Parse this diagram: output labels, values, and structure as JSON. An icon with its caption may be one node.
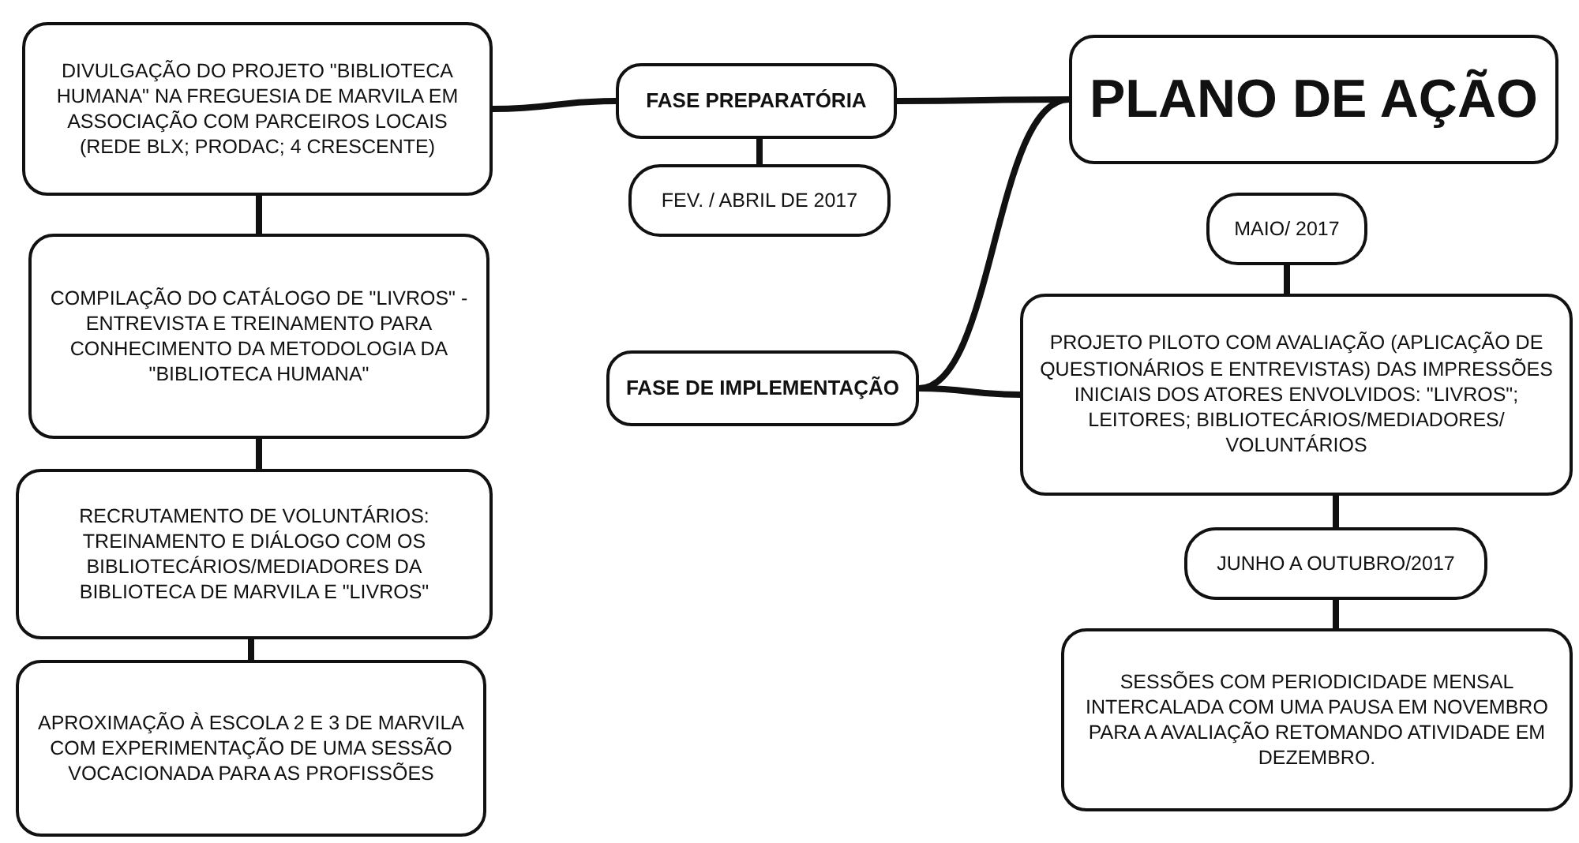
{
  "diagram": {
    "nodes": [
      {
        "text": [
          "PLANO DE AÇÃO"
        ]
      },
      {
        "text": [
          "FASE PREPARATÓRIA"
        ]
      },
      {
        "text": [
          "FEV. / ABRIL DE 2017"
        ]
      },
      {
        "text": [
          "DIVULGAÇÃO DO PROJETO \"BIBLIOTECA HUMANA\" NA FREGUESIA DE MARVILA EM ASSOCIAÇÃO COM PARCEIROS LOCAIS (REDE BLX; PRODAC; 4 CRESCENTE)"
        ]
      },
      {
        "text": [
          "COMPILAÇÃO DO CATÁLOGO DE \"LIVROS\" - ENTREVISTA E TREINAMENTO PARA CONHECIMENTO DA METODOLOGIA DA \"BIBLIOTECA HUMANA\""
        ]
      },
      {
        "text": [
          "RECRUTAMENTO DE VOLUNTÁRIOS: TREINAMENTO E DIÁLOGO COM OS BIBLIOTECÁRIOS/MEDIADORES DA BIBLIOTECA DE MARVILA E \"LIVROS\""
        ]
      },
      {
        "text": [
          "APROXIMAÇÃO À ESCOLA 2 E 3 DE MARVILA COM EXPERIMENTAÇÃO DE UMA SESSÃO VOCACIONADA PARA AS PROFISSÕES"
        ]
      },
      {
        "text": [
          "FASE DE IMPLEMENTAÇÃO"
        ]
      },
      {
        "text": [
          "MAIO/ 2017"
        ]
      },
      {
        "text": [
          "PROJETO PILOTO COM AVALIAÇÃO (APLICAÇÃO DE QUESTIONÁRIOS E ENTREVISTAS) DAS IMPRESSÕES INICIAIS DOS ATORES ENVOLVIDOS: \"LIVROS\"; LEITORES; BIBLIOTECÁRIOS/MEDIADORES/ VOLUNTÁRIOS"
        ]
      },
      {
        "text": [
          "JUNHO A OUTUBRO/2017"
        ]
      },
      {
        "text": [
          "SESSÕES COM PERIODICIDADE MENSAL INTERCALADA COM UMA PAUSA EM NOVEMBRO PARA A AVALIAÇÃO RETOMANDO ATIVIDADE EM DEZEMBRO."
        ]
      }
    ],
    "edges": [
      {
        "from": 0,
        "to": 1,
        "arrow": "none"
      },
      {
        "from": 0,
        "to": 7,
        "arrow": "none"
      },
      {
        "from": 1,
        "to": 2,
        "arrow": "none"
      },
      {
        "from": 1,
        "to": 3,
        "arrow": "none"
      },
      {
        "from": 3,
        "to": 4,
        "arrow": "none"
      },
      {
        "from": 4,
        "to": 5,
        "arrow": "none"
      },
      {
        "from": 5,
        "to": 6,
        "arrow": "none"
      },
      {
        "from": 7,
        "to": 9,
        "arrow": "none"
      },
      {
        "from": 8,
        "to": 9,
        "arrow": "none"
      },
      {
        "from": 9,
        "to": 10,
        "arrow": "none"
      },
      {
        "from": 10,
        "to": 11,
        "arrow": "none"
      }
    ]
  }
}
